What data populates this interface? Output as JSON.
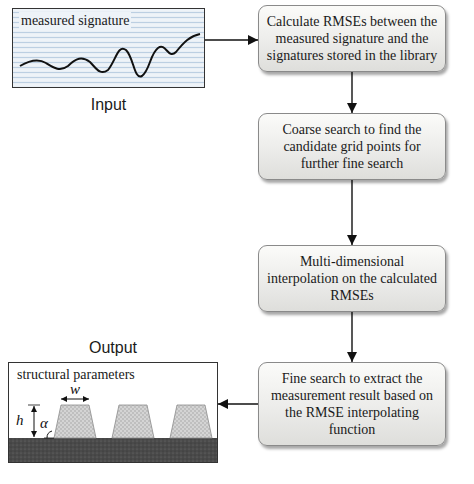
{
  "diagram": {
    "nodes": [
      {
        "text": [
          "measured signature",
          "Input"
        ]
      },
      {
        "text": [
          "Calculate RMSEs between the measured signature and the signatures stored in the library"
        ]
      },
      {
        "text": [
          "Coarse search to find the candidate grid points for further fine search"
        ]
      },
      {
        "text": [
          "Multi-dimensional interpolation on the calculated RMSEs"
        ]
      },
      {
        "text": [
          "Fine search to extract the measurement result based on the RMSE interpolating function"
        ]
      },
      {
        "text": [
          "structural parameters",
          "Output"
        ]
      }
    ],
    "edges": [
      {
        "from": 0,
        "to": 1,
        "arrow": "to"
      },
      {
        "from": 1,
        "to": 2,
        "arrow": "to"
      },
      {
        "from": 2,
        "to": 3,
        "arrow": "to"
      },
      {
        "from": 3,
        "to": 4,
        "arrow": "to"
      },
      {
        "from": 4,
        "to": 5,
        "arrow": "to"
      }
    ],
    "labels": [
      "w",
      "h",
      "α"
    ]
  }
}
